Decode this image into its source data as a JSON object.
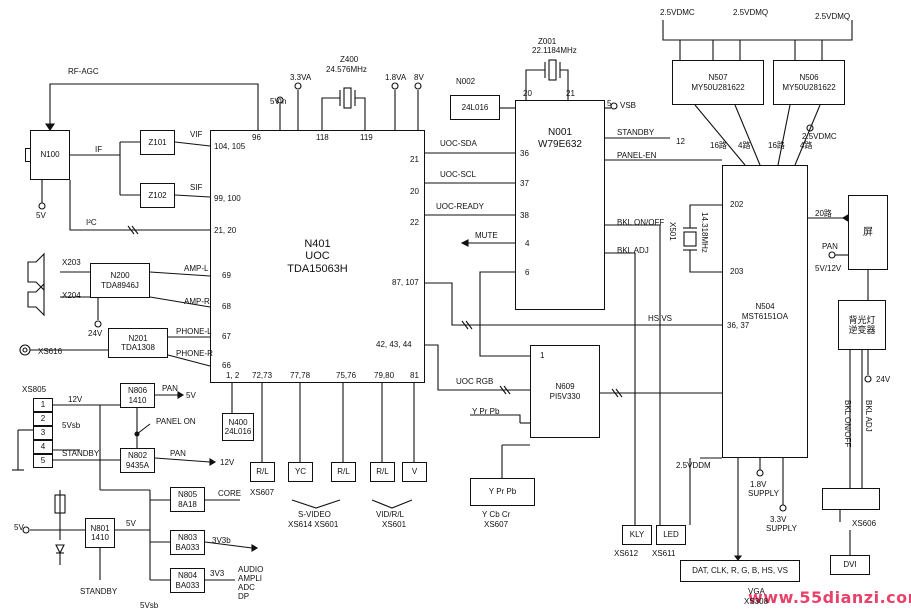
{
  "watermark": "www.55dianzi.com",
  "tuner": {
    "name": "N100",
    "supply": "5V",
    "rf_agc": "RF-AGC",
    "if": "IF",
    "i2c": "I²C"
  },
  "saw": {
    "z101": "Z101",
    "z102": "Z102",
    "vif": "VIF",
    "sif": "SIF"
  },
  "uoc": {
    "name": "N401",
    "line2": "UOC",
    "part": "TDA15063H",
    "pins_left": [
      "104, 105",
      "99, 100",
      "21, 20",
      "69",
      "68",
      "67",
      "66"
    ],
    "pins_top": [
      "96",
      "118",
      "119"
    ],
    "pins_right": [
      "21",
      "20",
      "22",
      "87, 107",
      "42, 43, 44"
    ],
    "pins_bottom": [
      "1, 2",
      "72,73",
      "77,78",
      "75,76",
      "79,80",
      "81"
    ],
    "supplies": [
      "5VIn",
      "3.3VA",
      "1.8VA",
      "8V"
    ]
  },
  "xtal400": {
    "name": "Z400",
    "freq": "24.576MHz"
  },
  "eeprom_mcu": {
    "name": "N002",
    "part": "24L016"
  },
  "xtal001": {
    "name": "Z001",
    "freq": "22.1184MHz"
  },
  "mcu": {
    "name": "N001",
    "part": "W79E632",
    "pins": [
      "20",
      "21",
      "36",
      "37",
      "38",
      "4",
      "6",
      "5"
    ],
    "vsb": "VSB",
    "in_signals": [
      "UOC-SDA",
      "UOC-SCL",
      "UOC-READY",
      "MUTE"
    ],
    "out_signals": [
      "STANDBY",
      "PANEL-EN",
      "BKL ON/OFF",
      "BKL ADJ"
    ],
    "standby_pin": "12"
  },
  "memory": {
    "n507": "N507",
    "n507_part": "MY50U281622",
    "n506": "N506",
    "n506_part": "MY50U281622",
    "rails": [
      "2.5VDMC",
      "2.5VDMQ",
      "2.5VDMQ",
      "2.5VDMC"
    ],
    "bus1": "16路",
    "bus2": "4路",
    "bus3": "16路",
    "bus4": "4路"
  },
  "scaler": {
    "name": "N504",
    "part": "MST6151OA",
    "pins": [
      "202",
      "203",
      "36, 37"
    ],
    "xtal": "X501",
    "xtal_freq": "14.318MHz",
    "hsvs": "HS.VS",
    "ddm": "2.5VDDM",
    "supply18": "1.8V",
    "supply18b": "SUPPLY",
    "supply33": "3.3V",
    "supply33b": "SUPPLY",
    "lvds": "20路"
  },
  "panel": {
    "label": "屏",
    "pan": "PAN",
    "volt": "5V/12V"
  },
  "inverter": {
    "line1": "背光灯",
    "line2": "逆变器",
    "supply": "24V",
    "bkl_onoff": "BKL ON/OFF",
    "bkl_adj": "BKL ADJ",
    "connector": "XS606"
  },
  "audio": {
    "x203": "X203",
    "x204": "X204",
    "amp": "N200",
    "amp_part": "TDA8946J",
    "amp_l": "AMP-L",
    "amp_r": "AMP-R",
    "amp_supply": "24V",
    "hp": "N201",
    "hp_part": "TDA1308",
    "phone_l": "PHONE-L",
    "phone_r": "PHONE-R",
    "jack": "XS616"
  },
  "eeprom_uoc": {
    "name": "N400",
    "part": "24L016"
  },
  "inputs": {
    "c1": "R/L",
    "c2": "YC",
    "c3": "R/L",
    "c4": "R/L",
    "c5": "V",
    "xs607": "XS607",
    "svideo": "S-VIDEO",
    "xs614": "XS614  XS601",
    "vidrl": "VID/R/L",
    "xs601": "XS601"
  },
  "switch": {
    "name": "N609",
    "part": "PI5V330",
    "pin1": "1",
    "uoc_rgb": "UOC RGB",
    "ypp_in": "Y Pr Pb",
    "ypp_box": "Y Pr Pb",
    "ycc": "Y   Cb   Cr",
    "conn": "XS607"
  },
  "keys": {
    "kly": "KLY",
    "led": "LED",
    "kly_conn": "XS612",
    "led_conn": "XS611"
  },
  "vga": {
    "box": "DAT, CLK, R, G, B, HS, VS",
    "label": "VGA",
    "conn": "XS308",
    "dvi": "DVI"
  },
  "power": {
    "xs805": "XS805",
    "pins": [
      "1",
      "2",
      "3",
      "4",
      "5"
    ],
    "v12": "12V",
    "v5sb": "5Vsb",
    "standby": "STANDBY",
    "n806": "N806",
    "n806_part": "1410",
    "pan1": "PAN",
    "v5a": "5V",
    "panel_on": "PANEL ON",
    "n802": "N802",
    "n802_part": "9435A",
    "pan2": "PAN",
    "v12b": "12V",
    "n805": "N805",
    "n805_part": "8A18",
    "core": "CORE",
    "n803": "N803",
    "n803_part": "BA033",
    "v3v3b": "3V3b",
    "n804": "N804",
    "n804_part": "BA033",
    "v3v3": "3V3",
    "audio": "AUDIO",
    "ampli": "AMPLI",
    "adc": "ADC",
    "dp": "DP",
    "n801": "N801",
    "n801_part": "1410",
    "v5b": "5V",
    "v5c": "5V",
    "standby2": "STANDBY",
    "v5sb2": "5Vsb"
  }
}
